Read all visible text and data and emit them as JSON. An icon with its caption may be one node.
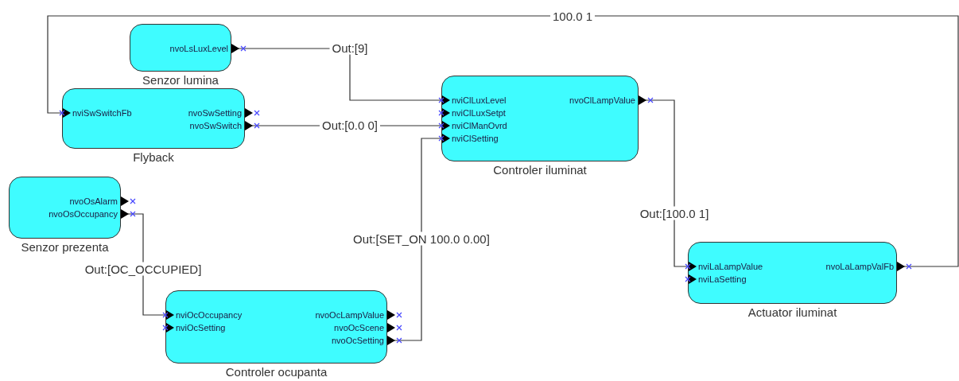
{
  "diagram": {
    "nodes": [
      {
        "text": [
          "nvoLsLuxLevel"
        ],
        "beside": [
          "Senzor lumina"
        ]
      },
      {
        "text": [
          "nviSwSwitchFb",
          "nvoSwSetting",
          "nvoSwSwitch"
        ],
        "beside": [
          "Flyback"
        ]
      },
      {
        "text": [
          "nviClLuxLevel",
          "nviClLuxSetpt",
          "nviClManOvrd",
          "nviClSetting",
          "nvoClLampValue"
        ],
        "beside": [
          "Controler iluminat"
        ]
      },
      {
        "text": [
          "nvoOsAlarm",
          "nvoOsOccupancy"
        ],
        "beside": [
          "Senzor prezenta"
        ]
      },
      {
        "text": [
          "nviOcOccupancy",
          "nviOcSetting",
          "nvoOcLampValue",
          "nvoOcScene",
          "nvoOcSetting"
        ],
        "beside": [
          "Controler ocupanta"
        ]
      },
      {
        "text": [
          "nviLaLampValue",
          "nviLaSetting",
          "nvoLaLampValFb"
        ],
        "beside": [
          "Actuator iluminat"
        ]
      }
    ],
    "edges": [
      {
        "from": 0,
        "to": 2,
        "arrow": "to",
        "label": "Out:[9]"
      },
      {
        "from": 1,
        "to": 2,
        "arrow": "to",
        "label": "Out:[0.0 0]"
      },
      {
        "from": 3,
        "to": 4,
        "arrow": "to",
        "label": "Out:[OC_OCCUPIED]"
      },
      {
        "from": 4,
        "to": 2,
        "arrow": "to",
        "label": "Out:[SET_ON 100.0 0.00]"
      },
      {
        "from": 2,
        "to": 5,
        "arrow": "to",
        "label": "Out:[100.0 1]"
      },
      {
        "from": 5,
        "to": 1,
        "arrow": "to",
        "label": "100.0 1"
      }
    ]
  }
}
